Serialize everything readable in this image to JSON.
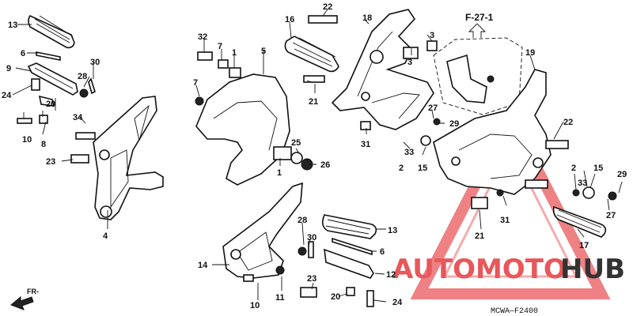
{
  "diagram": {
    "ref_label": "F-27-1",
    "code": "MCWA—F2400",
    "front_label": "FR-",
    "watermark": {
      "part1": "AUTOMOTO",
      "part2": "HUB",
      "color1": "#e8575a",
      "color2": "#333333"
    },
    "callouts": [
      "1",
      "2",
      "3",
      "4",
      "5",
      "6",
      "7",
      "8",
      "9",
      "10",
      "11",
      "12",
      "13",
      "14",
      "15",
      "16",
      "17",
      "18",
      "19",
      "20",
      "21",
      "22",
      "23",
      "24",
      "25",
      "26",
      "27",
      "28",
      "29",
      "30",
      "31",
      "32",
      "33",
      "34"
    ]
  }
}
